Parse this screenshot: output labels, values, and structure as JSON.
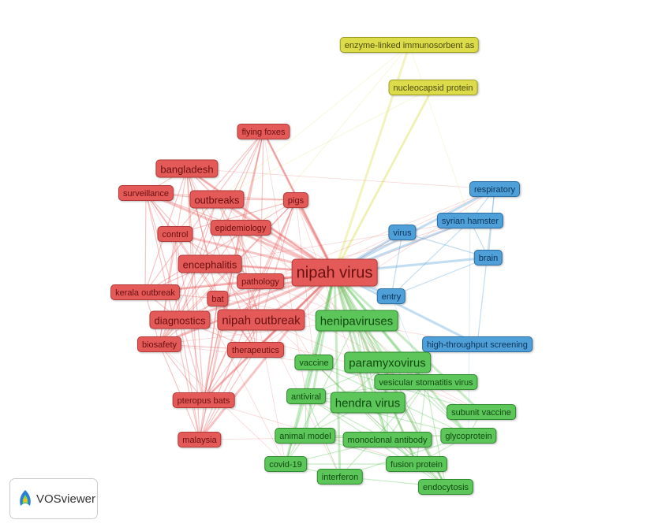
{
  "nodes": {
    "enzyme": "enzyme-linked immunosorbent as",
    "nucleocapsid": "nucleocapsid protein",
    "flying_foxes": "flying foxes",
    "bangladesh": "bangladesh",
    "surveillance": "surveillance",
    "outbreaks": "outbreaks",
    "pigs": "pigs",
    "control": "control",
    "epidemiology": "epidemiology",
    "virus": "virus",
    "respiratory": "respiratory",
    "syrian_hamster": "syrian hamster",
    "brain": "brain",
    "encephalitis": "encephalitis",
    "nipah_virus": "nipah virus",
    "pathology": "pathology",
    "kerala_outbreak": "kerala outbreak",
    "bat": "bat",
    "entry": "entry",
    "diagnostics": "diagnostics",
    "nipah_outbreak": "nipah outbreak",
    "henipaviruses": "henipaviruses",
    "biosafety": "biosafety",
    "hts": "high-throughput screening",
    "therapeutics": "therapeutics",
    "vaccine": "vaccine",
    "paramyxovirus": "paramyxovirus",
    "vsv": "vesicular stomatitis virus",
    "antiviral": "antiviral",
    "hendra_virus": "hendra virus",
    "subunit_vaccine": "subunit vaccine",
    "pteropus_bats": "pteropus bats",
    "animal_model": "animal model",
    "monoclonal_antibody": "monoclonal antibody",
    "glycoprotein": "glycoprotein",
    "malaysia": "malaysia",
    "covid19": "covid-19",
    "fusion_protein": "fusion protein",
    "interferon": "interferon",
    "endocytosis": "endocytosis"
  },
  "cluster_colors": {
    "red": "#e45a58",
    "green": "#5cc65a",
    "blue": "#4f9fd8",
    "yellow": "#dcdc4a"
  },
  "logo": {
    "label": "VOSviewer"
  }
}
